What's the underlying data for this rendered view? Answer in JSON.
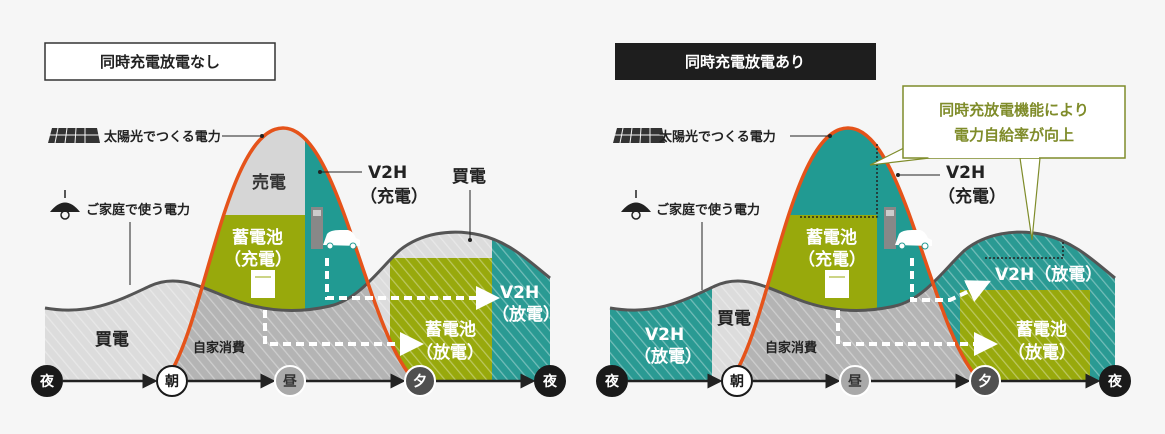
{
  "colors": {
    "solar": "#e5531a",
    "teal": "#219a92",
    "green": "#98a90c",
    "gray_sell": "#d6d6d6",
    "gray_buy": "#dcdcdc",
    "gray_self": "#b4b4b4",
    "callout": "#7f8c2a"
  },
  "left": {
    "title": "同時充電放電なし",
    "solar_label": "太陽光でつくる電力",
    "home_label": "ご家庭で使う電力",
    "sell": "売電",
    "v2h_charge": [
      "V2H",
      "（充電）"
    ],
    "buy_right": "買電",
    "battery_charge": [
      "蓄電池",
      "（充電）"
    ],
    "buy_left": "買電",
    "self_use": "自家消費",
    "battery_discharge": [
      "蓄電池",
      "（放電）"
    ],
    "v2h_discharge": [
      "V2H",
      "（放電）"
    ]
  },
  "right": {
    "title": "同時充電放電あり",
    "solar_label": "太陽光でつくる電力",
    "home_label": "ご家庭で使う電力",
    "v2h_charge": [
      "V2H",
      "（充電）"
    ],
    "battery_charge": [
      "蓄電池",
      "（充電）"
    ],
    "v2h_discharge_left": [
      "V2H",
      "（放電）"
    ],
    "buy": "買電",
    "self_use": "自家消費",
    "v2h_discharge_right": "V2H（放電）",
    "battery_discharge": [
      "蓄電池",
      "（放電）"
    ],
    "callout": [
      "同時充放電機能により",
      "電力自給率が向上"
    ]
  },
  "timeline": [
    "夜",
    "朝",
    "昼",
    "夕",
    "夜"
  ]
}
